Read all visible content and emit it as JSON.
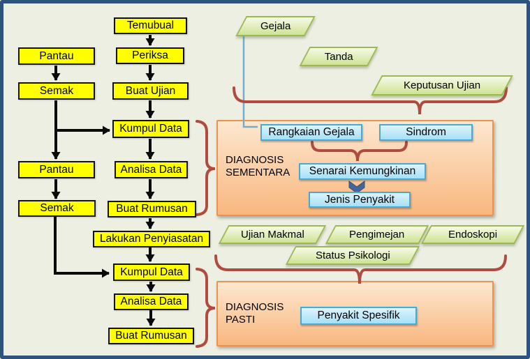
{
  "flow": {
    "main": [
      "Temubual",
      "Periksa",
      "Buat Ujian",
      "Kumpul Data",
      "Analisa Data",
      "Buat Rumusan",
      "Lakukan Penyiasatan",
      "Kumpul Data",
      "Analisa Data",
      "Buat Rumusan"
    ],
    "side": [
      "Pantau",
      "Semak",
      "Pantau",
      "Semak"
    ]
  },
  "inputs": {
    "top": [
      "Gejala",
      "Tanda",
      "Keputusan Ujian"
    ],
    "bottom": [
      "Ujian Makmal",
      "Pengimejan",
      "Endoskopi",
      "Status Psikologi"
    ]
  },
  "sections": [
    {
      "title": "DIAGNOSIS SEMENTARA",
      "items": [
        "Rangkaian Gejala",
        "Sindrom",
        "Senarai Kemungkinan",
        "Jenis Penyakit"
      ]
    },
    {
      "title": "DIAGNOSIS PASTI",
      "items": [
        "Penyakit Spesifik"
      ]
    }
  ],
  "colors": {
    "frame_border": "#2E537D",
    "canvas_background": "#ECEFE1",
    "process_fill": "#FFFF00",
    "process_border": "#141414",
    "input_fill_top": "#F6F9E8",
    "input_fill_bottom": "#CFE394",
    "input_border": "#9AB953",
    "section_fill_top": "#FDE7D0",
    "section_fill_bottom": "#F8B77E",
    "section_border": "#ED9151",
    "result_fill_top": "#DCF4FC",
    "result_fill_bottom": "#A6E0F6",
    "result_border": "#4AA8D2",
    "brace": "#B04B41",
    "connector": "#74AECB",
    "arrow": "#0A0A0A",
    "chevron": "#44669B"
  }
}
